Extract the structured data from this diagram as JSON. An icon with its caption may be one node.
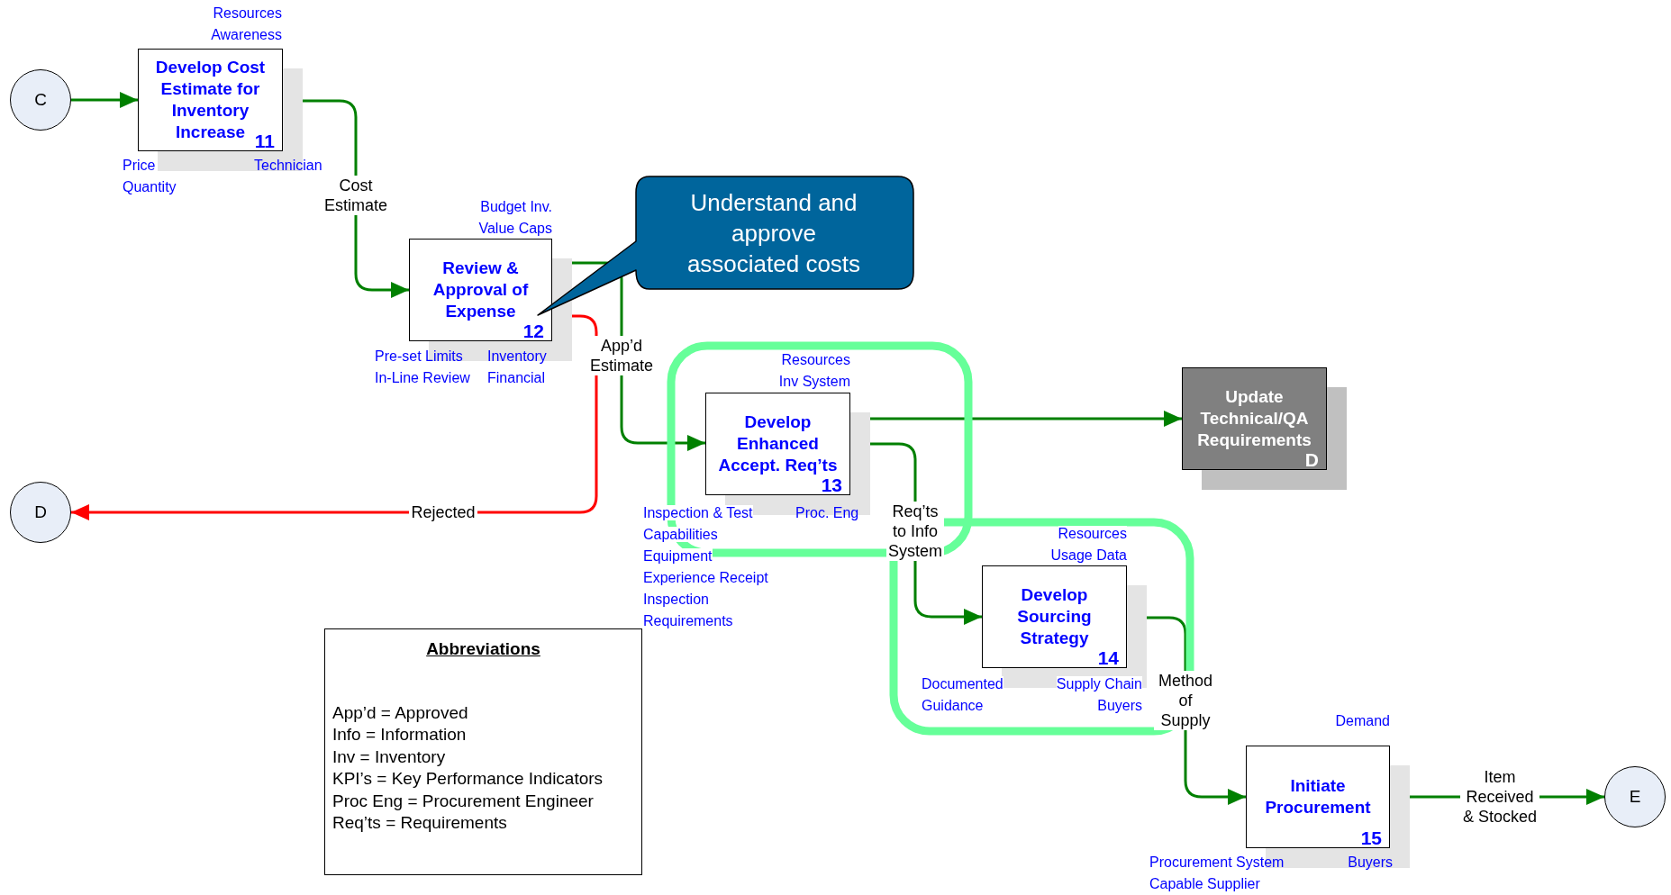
{
  "diagram": {
    "nodes": [
      {
        "text": [
          "C"
        ]
      },
      {
        "text": [
          "Develop Cost Estimate for Inventory Increase",
          "11"
        ],
        "beside": [
          "Resources Awareness",
          "Price Quantity",
          "Technician"
        ]
      },
      {
        "text": [
          "Review & Approval of Expense",
          "12"
        ],
        "beside": [
          "Budget Inv. Value Caps",
          "Pre-set Limits In-Line Review",
          "Inventory Financial"
        ]
      },
      {
        "text": [
          "Understand and approve associated costs"
        ]
      },
      {
        "text": [
          "D"
        ]
      },
      {
        "text": [
          "Develop Enhanced Accept. Req’ts",
          "13"
        ],
        "beside": [
          "Resources Inv System",
          "Proc. Eng"
        ]
      },
      {
        "text": [
          "Develop Sourcing Strategy",
          "14"
        ],
        "beside": [
          "Resources Usage Data",
          "Documented Guidance",
          "Supply Chain Buyers"
        ]
      },
      {
        "text": [
          "Update Technical/QA Requirements",
          "D"
        ]
      },
      {
        "text": [
          "Initiate Procurement",
          "15"
        ],
        "beside": [
          "Demand",
          "Procurement System Capable Supplier",
          "Buyers"
        ]
      },
      {
        "text": [
          "E"
        ]
      },
      {
        "text": [
          "Abbreviations",
          "App’d = Approved",
          "Info = Information",
          "Inv = Inventory",
          "KPI’s = Key Performance Indicators",
          "Proc Eng = Procurement Engineer",
          "Req’ts = Requirements"
        ]
      }
    ],
    "edges": [
      {
        "from": 0,
        "to": 1,
        "arrow": "to"
      },
      {
        "from": 1,
        "to": 2,
        "arrow": "to",
        "label": "Cost Estimate"
      },
      {
        "from": 2,
        "to": 5,
        "arrow": "to",
        "label": "App’d Estimate"
      },
      {
        "from": 2,
        "to": 4,
        "arrow": "to",
        "label": "Rejected",
        "color": "#ff0000"
      },
      {
        "from": 5,
        "to": 7,
        "arrow": "to"
      },
      {
        "from": 5,
        "to": 6,
        "arrow": "to",
        "label": "Req’ts to Info System"
      },
      {
        "from": 6,
        "to": 8,
        "arrow": "to",
        "label": "Method of Supply"
      },
      {
        "from": 8,
        "to": 9,
        "arrow": "to",
        "label": "Item Received & Stocked"
      }
    ],
    "labels": [
      "Inspection & Test Capabilities Equipment Experience Receipt Inspection Requirements"
    ]
  }
}
